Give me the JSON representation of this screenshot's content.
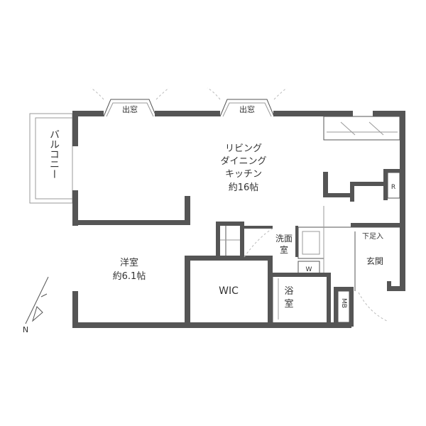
{
  "rooms": {
    "ldk_line1": "リビング",
    "ldk_line2": "ダイニング",
    "ldk_line3": "キッチン",
    "ldk_size": "約16帖",
    "western_name": "洋室",
    "western_size": "約6.1帖",
    "wic": "WIC",
    "washroom_line1": "洗面",
    "washroom_line2": "室",
    "bath_line1": "浴",
    "bath_line2": "室",
    "entrance": "玄関",
    "shoe_box": "下足入",
    "balcony": "バルコニー",
    "mb": "MB"
  },
  "windows": {
    "left": "出窓",
    "right": "出窓"
  },
  "fixtures": {
    "washer": "W",
    "ref": "R"
  },
  "compass": {
    "label": "N"
  },
  "colors": {
    "wall": "#555555",
    "line": "#999999"
  }
}
